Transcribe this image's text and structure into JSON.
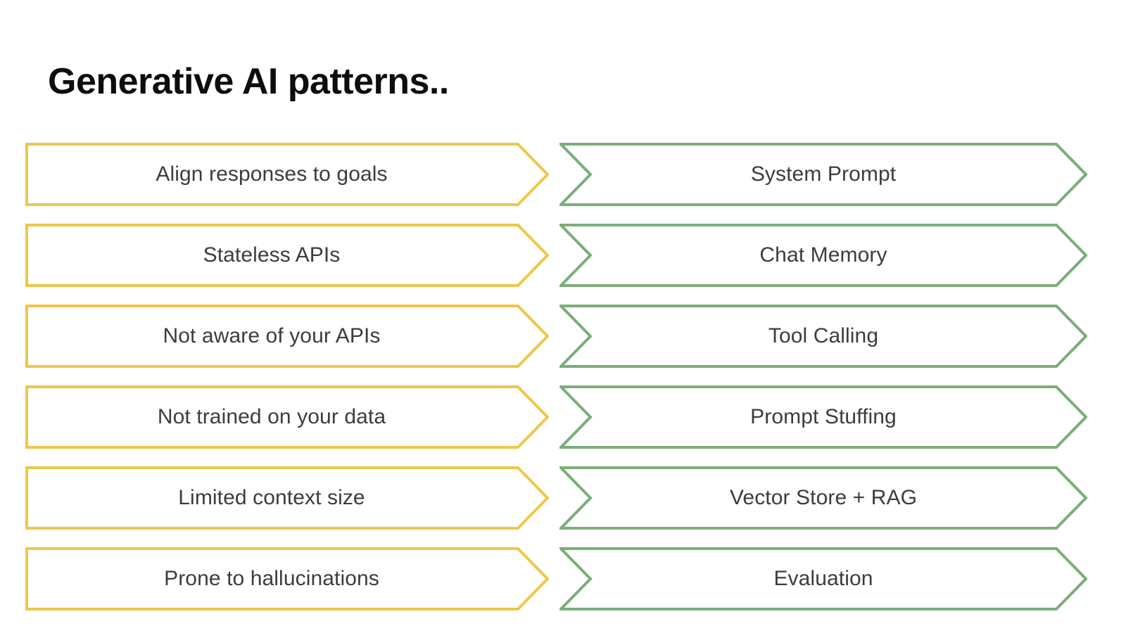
{
  "slide": {
    "title": "Generative AI patterns..",
    "background_color": "#ffffff"
  },
  "theme": {
    "problem_stroke": "#EFC747",
    "pattern_stroke": "#7BAE78",
    "label_color": "#3c3c3c",
    "title_color": "#0d0d0d"
  },
  "rows": [
    {
      "problem": "Align responses to goals",
      "pattern": "System Prompt"
    },
    {
      "problem": "Stateless APIs",
      "pattern": "Chat Memory"
    },
    {
      "problem": "Not aware of your APIs",
      "pattern": "Tool Calling"
    },
    {
      "problem": "Not trained on your data",
      "pattern": "Prompt Stuffing"
    },
    {
      "problem": "Limited context size",
      "pattern": "Vector Store + RAG"
    },
    {
      "problem": "Prone to hallucinations",
      "pattern": "Evaluation"
    }
  ]
}
